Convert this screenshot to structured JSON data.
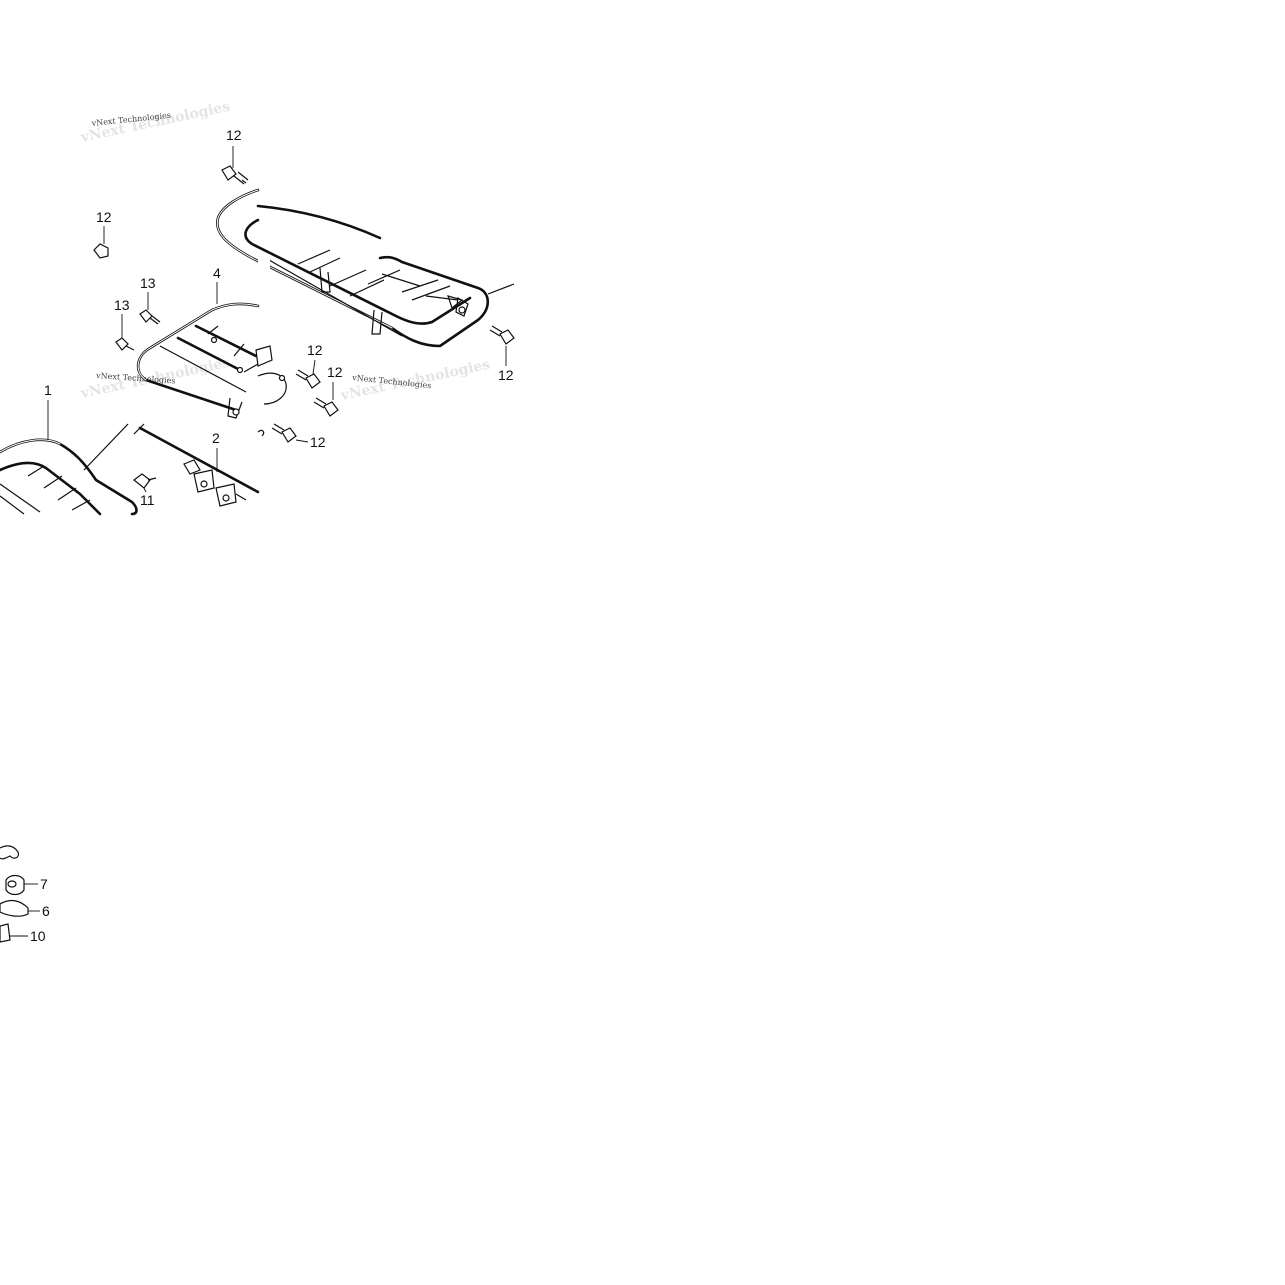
{
  "watermark": {
    "text": "vNext Technologies"
  },
  "callouts": [
    {
      "id": "c12a",
      "label": "12"
    },
    {
      "id": "c12b",
      "label": "12"
    },
    {
      "id": "c13a",
      "label": "13"
    },
    {
      "id": "c13b",
      "label": "13"
    },
    {
      "id": "c4",
      "label": "4"
    },
    {
      "id": "c12c",
      "label": "12"
    },
    {
      "id": "c12d",
      "label": "12"
    },
    {
      "id": "c12e",
      "label": "12"
    },
    {
      "id": "c12f",
      "label": "12"
    },
    {
      "id": "c1",
      "label": "1"
    },
    {
      "id": "c2",
      "label": "2"
    },
    {
      "id": "c11",
      "label": "11"
    },
    {
      "id": "c7",
      "label": "7"
    },
    {
      "id": "c6",
      "label": "6"
    },
    {
      "id": "c10",
      "label": "10"
    }
  ]
}
